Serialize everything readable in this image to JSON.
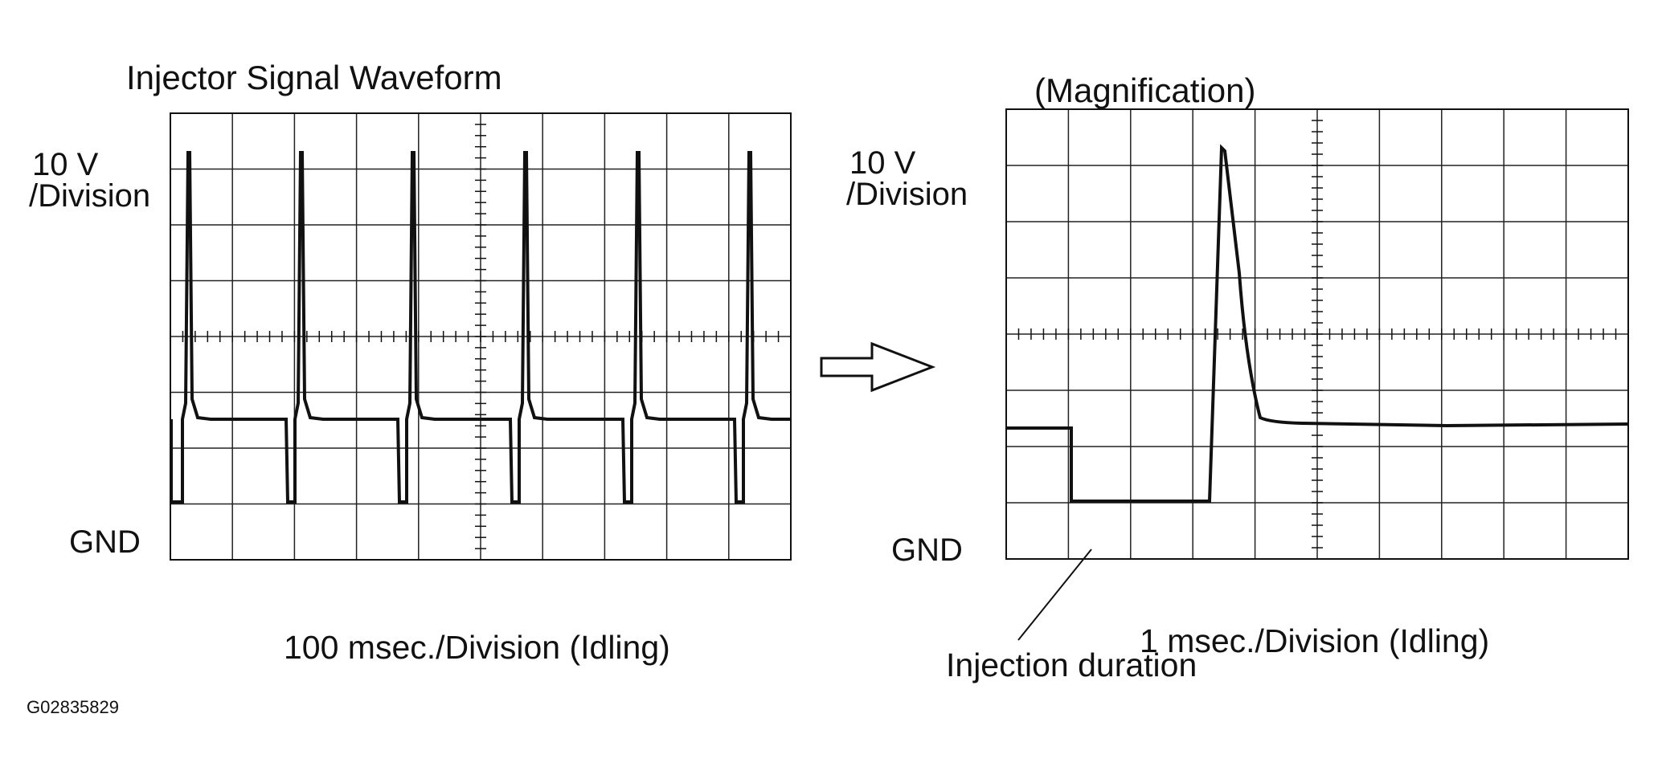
{
  "left": {
    "title": "Injector Signal Waveform",
    "volts_line1": "10 V",
    "volts_line2": "/Division",
    "gnd": "GND",
    "timebase": "100 msec./Division (Idling)"
  },
  "right": {
    "title": "(Magnification)",
    "volts_line1": "10 V",
    "volts_line2": "/Division",
    "gnd": "GND",
    "timebase": "1 msec./Division (Idling)",
    "annotation": "Injection duration"
  },
  "figure_id": "G02835829",
  "arrow_icon": "hollow-right-arrow-icon",
  "colors": {
    "ink": "#111111",
    "grid": "#222222",
    "background": "#ffffff"
  }
}
